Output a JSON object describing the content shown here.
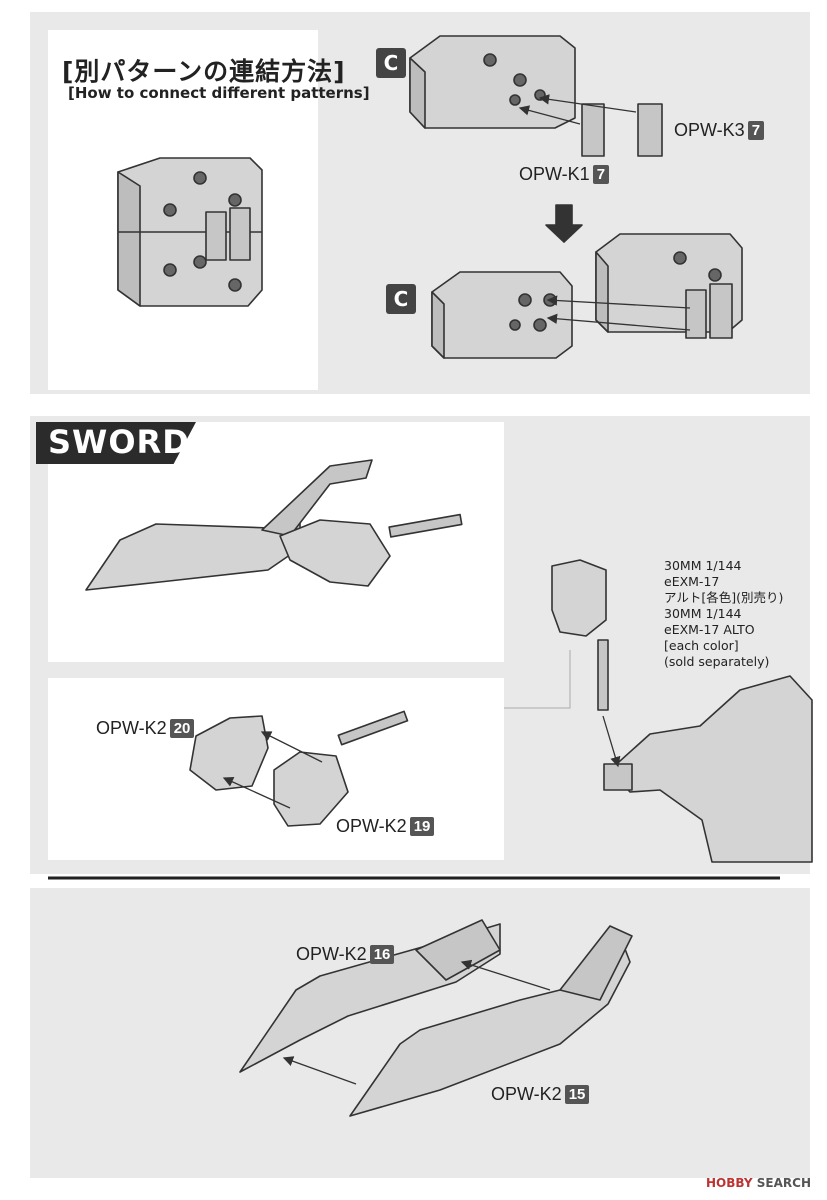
{
  "connect": {
    "title_jp": "[別パターンの連結方法]",
    "title_en": "[How to connect different patterns]",
    "badge_top": "C",
    "badge_bottom": "C",
    "labels": [
      {
        "code": "OPW-K3",
        "num": "7"
      },
      {
        "code": "OPW-K1",
        "num": "7"
      }
    ]
  },
  "sword": {
    "tag": "SWORD",
    "ref_lines": [
      "30MM 1/144",
      "eEXM-17",
      "アルト[各色](別売り)",
      "30MM 1/144",
      "eEXM-17 ALTO",
      "[each color]",
      "(sold separately)"
    ],
    "labels": [
      {
        "code": "OPW-K2",
        "num": "20"
      },
      {
        "code": "OPW-K2",
        "num": "19"
      },
      {
        "code": "OPW-K2",
        "num": "16"
      },
      {
        "code": "OPW-K2",
        "num": "15"
      }
    ]
  },
  "watermark": {
    "brand": "HOBBY",
    "suffix": "SEARCH"
  },
  "colors": {
    "panel": "#e9e9e9",
    "part_fill": "#d4d4d4",
    "badge": "#444444",
    "line": "#333333"
  }
}
